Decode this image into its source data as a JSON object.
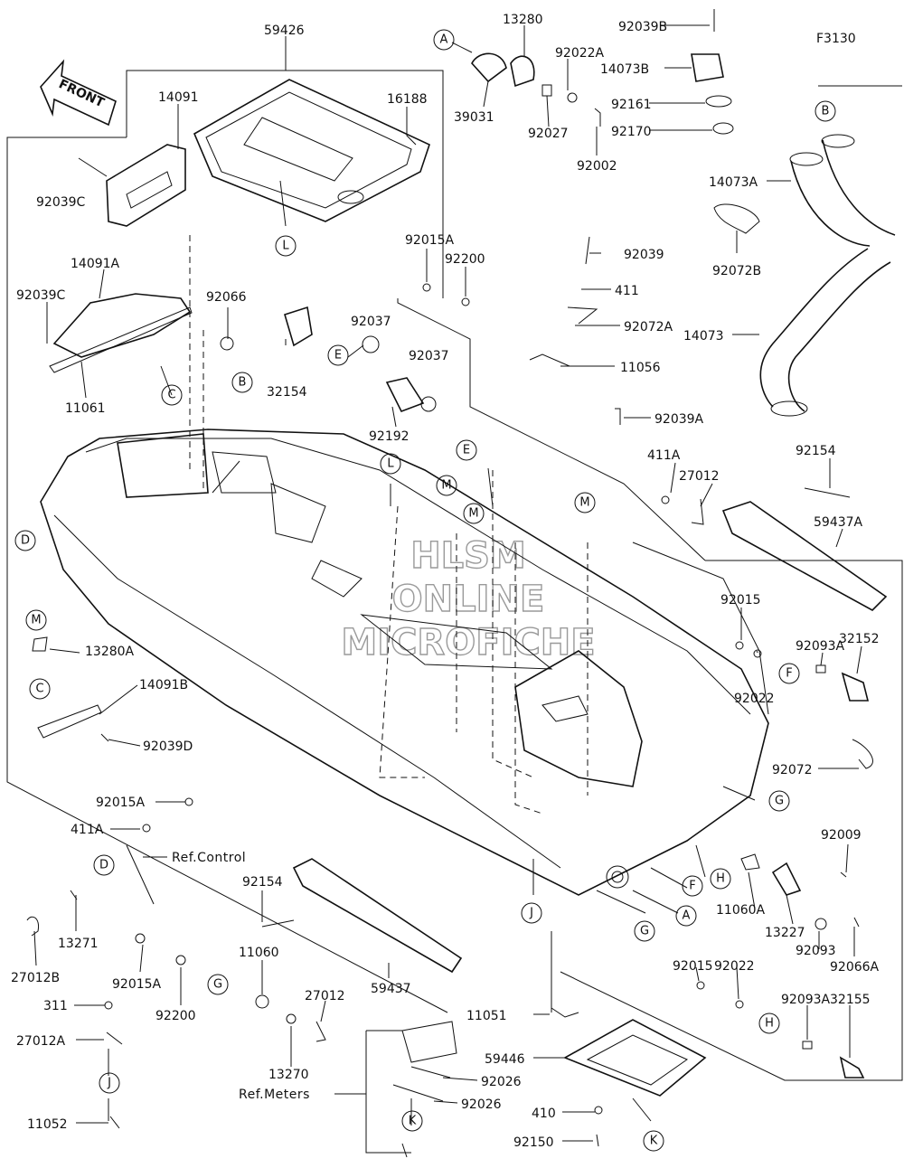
{
  "figure_code": "F3130",
  "front_arrow": "FRONT",
  "watermark": [
    "HLSM",
    "ONLINE",
    "MICROFICHE"
  ],
  "ref_labels": {
    "control": "Ref.Control",
    "meters": "Ref.Meters"
  },
  "part_labels": {
    "p59426": "59426",
    "p16188": "16188",
    "p14091": "14091",
    "p92039C_top": "92039C",
    "p14091A": "14091A",
    "p92039C_left": "92039C",
    "p11061": "11061",
    "p92066": "92066",
    "p32154": "32154",
    "p92037_a": "92037",
    "p92037_b": "92037",
    "p92192": "92192",
    "p39031": "39031",
    "p13280": "13280",
    "p92022A": "92022A",
    "p92027": "92027",
    "p92002": "92002",
    "p92039B": "92039B",
    "p14073B": "14073B",
    "p92161": "92161",
    "p92170": "92170",
    "p14073A": "14073A",
    "p92072B": "92072B",
    "p14073": "14073",
    "p92015A_top": "92015A",
    "p92200_top": "92200",
    "p92039": "92039",
    "p411": "411",
    "p92072A": "92072A",
    "p11056": "11056",
    "p92039A": "92039A",
    "p411A": "411A",
    "p27012_top": "27012",
    "p92154_right": "92154",
    "p59437A": "59437A",
    "p92015_r1": "92015",
    "p92093A_r1": "92093A",
    "p32152": "32152",
    "p92022_r1": "92022",
    "p92072": "92072",
    "p13280A": "13280A",
    "p14091B": "14091B",
    "p92039D": "92039D",
    "p92015A_l": "92015A",
    "p411A_l": "411A",
    "p13271": "13271",
    "p27012B": "27012B",
    "p92154_l": "92154",
    "p59437": "59437",
    "p11060": "11060",
    "p92015A_b": "92015A",
    "p92200_b": "92200",
    "p27012_b": "27012",
    "p13270": "13270",
    "p311": "311",
    "p27012A": "27012A",
    "p11052": "11052",
    "p11051": "11051",
    "p59446": "59446",
    "p92026_a": "92026",
    "p92026_b": "92026",
    "p410": "410",
    "p92150": "92150",
    "p11060A": "11060A",
    "p13227": "13227",
    "p92093": "92093",
    "p92009": "92009",
    "p92066A": "92066A",
    "p92015_r2": "92015",
    "p92022_r2": "92022",
    "p92093A_r2": "92093A",
    "p32155": "32155"
  },
  "callouts": {
    "A_top": "A",
    "B_right": "B",
    "B_mid": "B",
    "C_mid": "C",
    "C_left": "C",
    "D_left": "D",
    "D_mid": "D",
    "E_mid": "E",
    "E_hull": "E",
    "F_right": "F",
    "F_hull": "F",
    "G_right": "G",
    "G_hull": "G",
    "G_left": "G",
    "H_hull": "H",
    "H_right": "H",
    "J_hull": "J",
    "J_left": "J",
    "K_a": "K",
    "K_b": "K",
    "L_top": "L",
    "L_hull": "L",
    "M_left": "M",
    "M_hull1": "M",
    "M_hull2": "M",
    "M_hull3": "M",
    "A_hull": "A"
  }
}
